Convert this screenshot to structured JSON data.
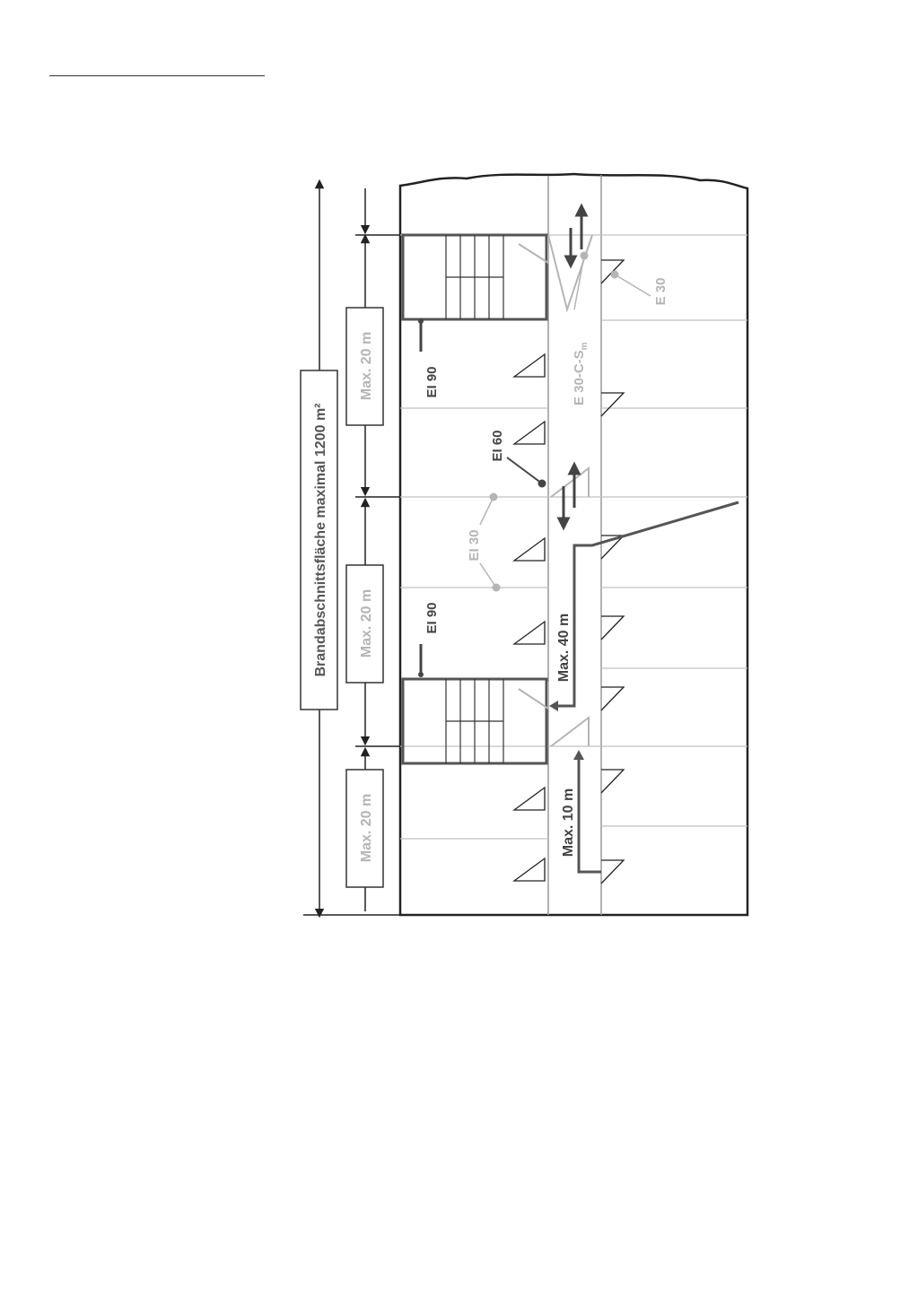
{
  "figure": {
    "total_label": "Brandabschnittsfläche maximal 1200 m²",
    "segment_labels": [
      "Max. 20 m",
      "Max. 20 m",
      "Max. 20 m"
    ],
    "ei90_top": "EI 90",
    "ei90_bottom": "EI 90",
    "ei60": "EI 60",
    "ei30": "EI 30",
    "e30": "E 30",
    "e30_smoke": "E 30-C-S",
    "e30_smoke_sub": "m",
    "max40": "Max. 40 m",
    "max10": "Max. 10 m"
  },
  "colors": {
    "dark": "#444444",
    "medium": "#555555",
    "light": "#b5b5b5",
    "line": "#222222"
  }
}
